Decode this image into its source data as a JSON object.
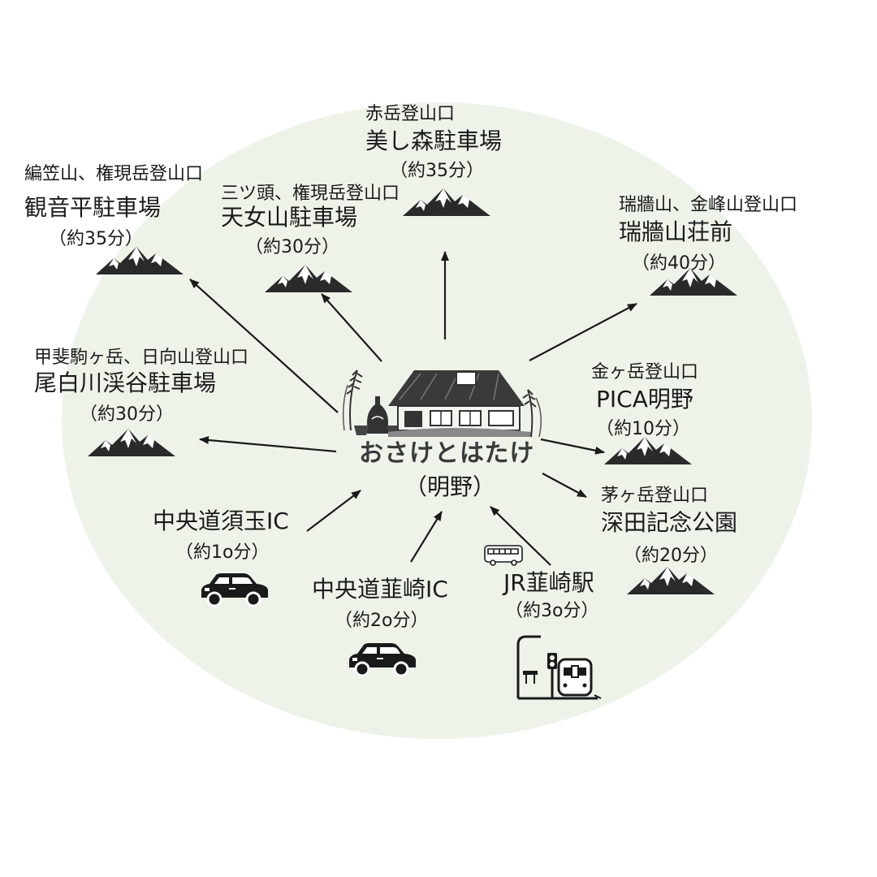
{
  "center": {
    "name": "おさけとはたけ",
    "area": "（明野）"
  },
  "destinations": [
    {
      "sub": "赤岳登山口",
      "name": "美し森駐車場",
      "time": "（約35分）"
    },
    {
      "sub": "編笠山、権現岳登山口",
      "name": "観音平駐車場",
      "time": "（約35分）"
    },
    {
      "sub": "三ツ頭、権現岳登山口",
      "name": "天女山駐車場",
      "time": "（約30分）"
    },
    {
      "sub": "瑞牆山、金峰山登山口",
      "name": "瑞牆山荘前",
      "time": "（約40分）"
    },
    {
      "sub": "甲斐駒ヶ岳、日向山登山口",
      "name": "尾白川渓谷駐車場",
      "time": "（約30分）"
    },
    {
      "sub": "金ヶ岳登山口",
      "name": "PICA明野",
      "time": "（約10分）"
    },
    {
      "sub": "茅ヶ岳登山口",
      "name": "深田記念公園",
      "time": "（約20分）"
    }
  ],
  "access": [
    {
      "name": "中央道須玉IC",
      "time": "（約1o分）"
    },
    {
      "name": "中央道韮崎IC",
      "time": "（約2o分）"
    },
    {
      "name": "JR韮崎駅",
      "time": "（約3o分）"
    }
  ],
  "icons": [
    "mountain-icon",
    "car-icon",
    "bus-icon",
    "train-station-icon",
    "farmhouse-illustration"
  ],
  "colors": {
    "background_blob": "#eef3ea",
    "ink": "#1a1a1a"
  }
}
